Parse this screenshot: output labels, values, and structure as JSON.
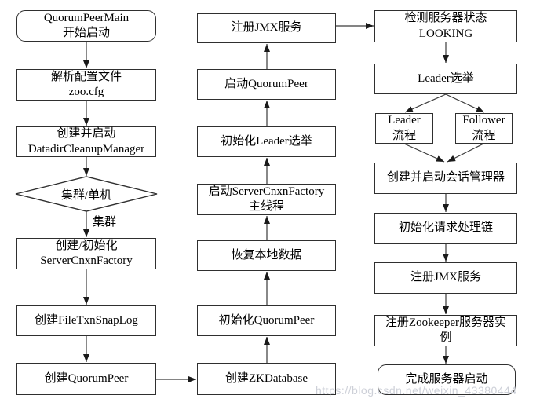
{
  "flowchart": {
    "left": {
      "start": "QuorumPeerMain\n开始启动",
      "parse_config": "解析配置文件\nzoo.cfg",
      "create_datadir_cleanup_manager": "创建并启动\nDatadirCleanupManager",
      "cluster_or_standalone_decision": "集群/单机",
      "cluster_branch_label": "集群",
      "create_init_server_cnxn_factory": "创建/初始化\nServerCnxnFactory",
      "create_file_txn_snap_log": "创建FileTxnSnapLog",
      "create_quorum_peer": "创建QuorumPeer"
    },
    "middle": {
      "register_jmx_service": "注册JMX服务",
      "start_quorum_peer": "启动QuorumPeer",
      "init_leader_election": "初始化Leader选举",
      "start_server_cnxn_factory_main_thread": "启动ServerCnxnFactory\n主线程",
      "restore_local_data": "恢复本地数据",
      "init_quorum_peer": "初始化QuorumPeer",
      "create_zk_database": "创建ZKDatabase"
    },
    "right": {
      "check_server_state_looking": "检测服务器状态\nLOOKING",
      "leader_election": "Leader选举",
      "leader_flow": "Leader\n流程",
      "follower_flow": "Follower\n流程",
      "create_start_session_manager": "创建并启动会话管理器",
      "init_request_processing_chain": "初始化请求处理链",
      "register_jmx_service": "注册JMX服务",
      "register_zookeeper_server_instance": "注册Zookeeper服务器实\n例",
      "finish_server_startup": "完成服务器启动"
    }
  },
  "watermark": "https://blog.csdn.net/weixin_43380444",
  "colors": {
    "background": "#ffffff",
    "box_fill": "#ffffff",
    "box_border": "#2f2f2f",
    "arrow": "#333333",
    "text": "#000000",
    "watermark": "#caced6"
  }
}
